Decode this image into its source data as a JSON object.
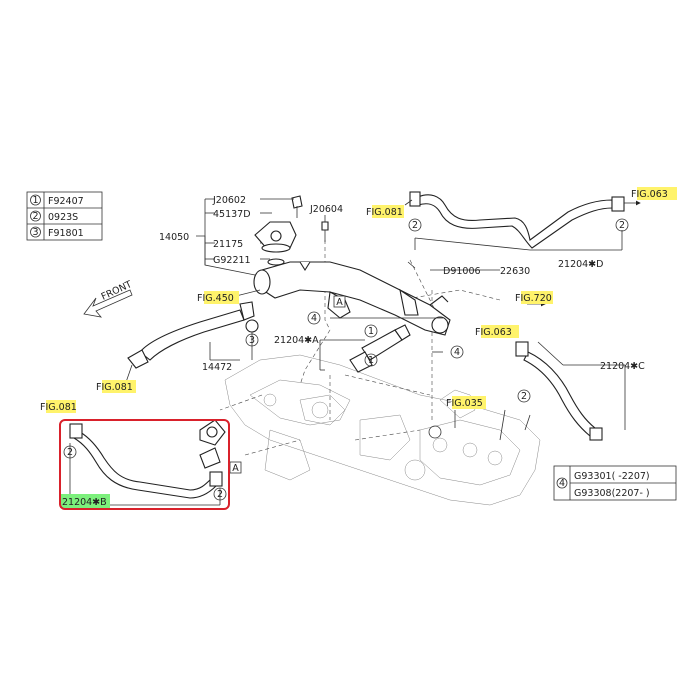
{
  "legend_top": [
    {
      "num": "1",
      "code": "F92407"
    },
    {
      "num": "2",
      "code": "0923S"
    },
    {
      "num": "3",
      "code": "F91801"
    }
  ],
  "legend_bottom": [
    {
      "code": "G93301(  -2207)"
    },
    {
      "code": "G93308(2207-  )"
    }
  ],
  "legend_bottom_num": "4",
  "front_label": "FRONT",
  "labels": {
    "j20602": "J20602",
    "p45137d": "45137D",
    "p14050": "14050",
    "p21175": "21175",
    "g92211": "G92211",
    "j20604": "J20604",
    "d91006": "D91006",
    "p22630": "22630",
    "p21204d": "21204✱D",
    "p21204a": "21204✱A",
    "p21204c": "21204✱C",
    "p21204b": "21204✱B",
    "p14472": "14472",
    "fig081a": "FIG.081",
    "fig063a": "FIG.063",
    "fig450": "FIG.450",
    "fig720": "FIG.720",
    "fig063b": "FIG.063",
    "fig081b": "FIG.081",
    "fig035": "FIG.035",
    "fig081c": "FIG.081",
    "callout_a": "A"
  },
  "callouts": {
    "c1": "1",
    "c2": "2",
    "c3": "3",
    "c4": "4"
  },
  "colors": {
    "highlight": "#fff36b",
    "selected_label": "#7cf07c",
    "selection_box": "#d9212b"
  }
}
